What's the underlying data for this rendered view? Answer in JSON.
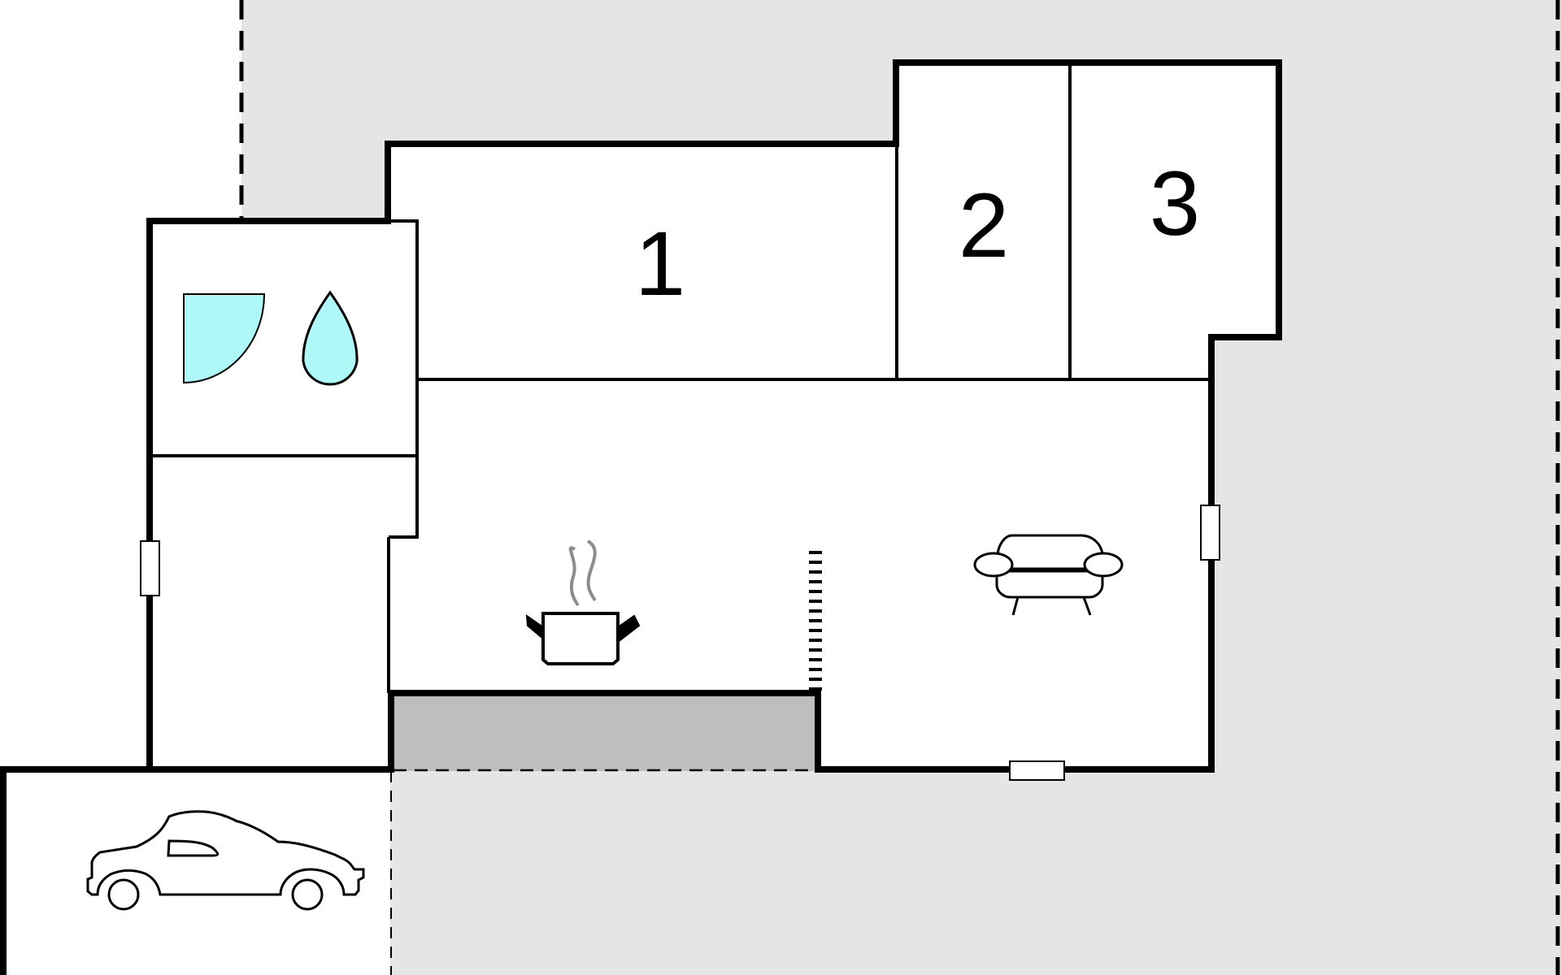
{
  "floorplan": {
    "room_labels": {
      "room_1": "1",
      "room_2": "2",
      "room_3": "3"
    },
    "icons": {
      "bathroom_shower": "shower-icon",
      "bathroom_water": "water-drop-icon",
      "kitchen": "cooking-pot-icon",
      "living_room": "sofa-icon",
      "carport": "car-icon"
    },
    "colors": {
      "outdoor": "#e5e5e5",
      "interior": "#ffffff",
      "terrace": "#bebebe",
      "walls": "#000000",
      "water_fixtures": "#aef8f8",
      "steam": "#8c8c8c"
    }
  }
}
